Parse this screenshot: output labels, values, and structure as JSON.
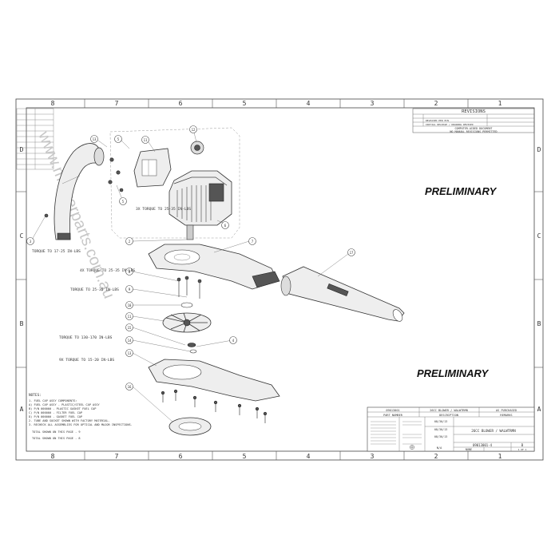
{
  "border": {
    "columns": [
      "8",
      "7",
      "6",
      "5",
      "4",
      "3",
      "2",
      "1"
    ],
    "rows": [
      "D",
      "C",
      "B",
      "A"
    ]
  },
  "watermark": "www.mowerparts.com.au",
  "revisions": {
    "title": "REVISIONS",
    "rows": [
      "RELEASED PER ECN",
      "INITIAL RELEASE / DRAWING REVISED"
    ],
    "note_lines": [
      "COMPUTER-AIDED DOCUMENT",
      "NO MANUAL REVISIONS PERMITTED"
    ]
  },
  "stamp": "PRELIMINARY",
  "callouts": [
    "1",
    "2",
    "3",
    "4",
    "5",
    "6",
    "7",
    "8",
    "9",
    "10",
    "11",
    "12",
    "13",
    "14",
    "15",
    "16",
    "17"
  ],
  "torque_notes": [
    "3X TORQUE TO 25-35 IN-LBS",
    "TORQUE TO 17-25 IN-LBS",
    "4X TORQUE TO 25-35 IN-LBS",
    "TORQUE TO 25-35 IN-LBS",
    "TORQUE TO 130-170 IN-LBS",
    "9X TORQUE TO 15-20 IN-LBS"
  ],
  "notes": {
    "title": "NOTES:",
    "lines": [
      "1. FUEL CAP ASSY COMPONENTS:",
      "   A) FUEL CAP ASSY - PLASTIC/STEEL CAP ASSY",
      "   B) P/N 000000 - PLASTIC GASKET FUEL CAP",
      "   C) P/N 000000 - FILTER FUEL CAP",
      "   D) P/N 000000 - GASKET FUEL CAP",
      "2. TUBE AND SOCKET SHOWN WITH FACTORY MATERIAL.",
      "3. RECHECK ALL ASSEMBLIES FOR OPTICAL AND MAJOR INSPECTIONS."
    ],
    "totals": [
      "TOTAL    SHOWN ON THIS PAGE - 9",
      "TOTAL    SHOWN ON THIS PAGE - 8"
    ]
  },
  "title_block": {
    "part_number_label": "PART NUMBER",
    "description_label": "DESCRIPTION",
    "remarks_label": "REMARKS",
    "part_number": "09013001",
    "description": "26CC BLOWER / WALWTRMN",
    "remarks": "AS PURCHASED",
    "title": "26CC BLOWER / WALWTRMN",
    "dates": [
      "08/30/13",
      "08/30/13",
      "08/30/13"
    ],
    "scale": "NONE",
    "sheet": "1 OF 1",
    "size": "B",
    "drawing_number": "09013001-4",
    "material": "N/A"
  }
}
